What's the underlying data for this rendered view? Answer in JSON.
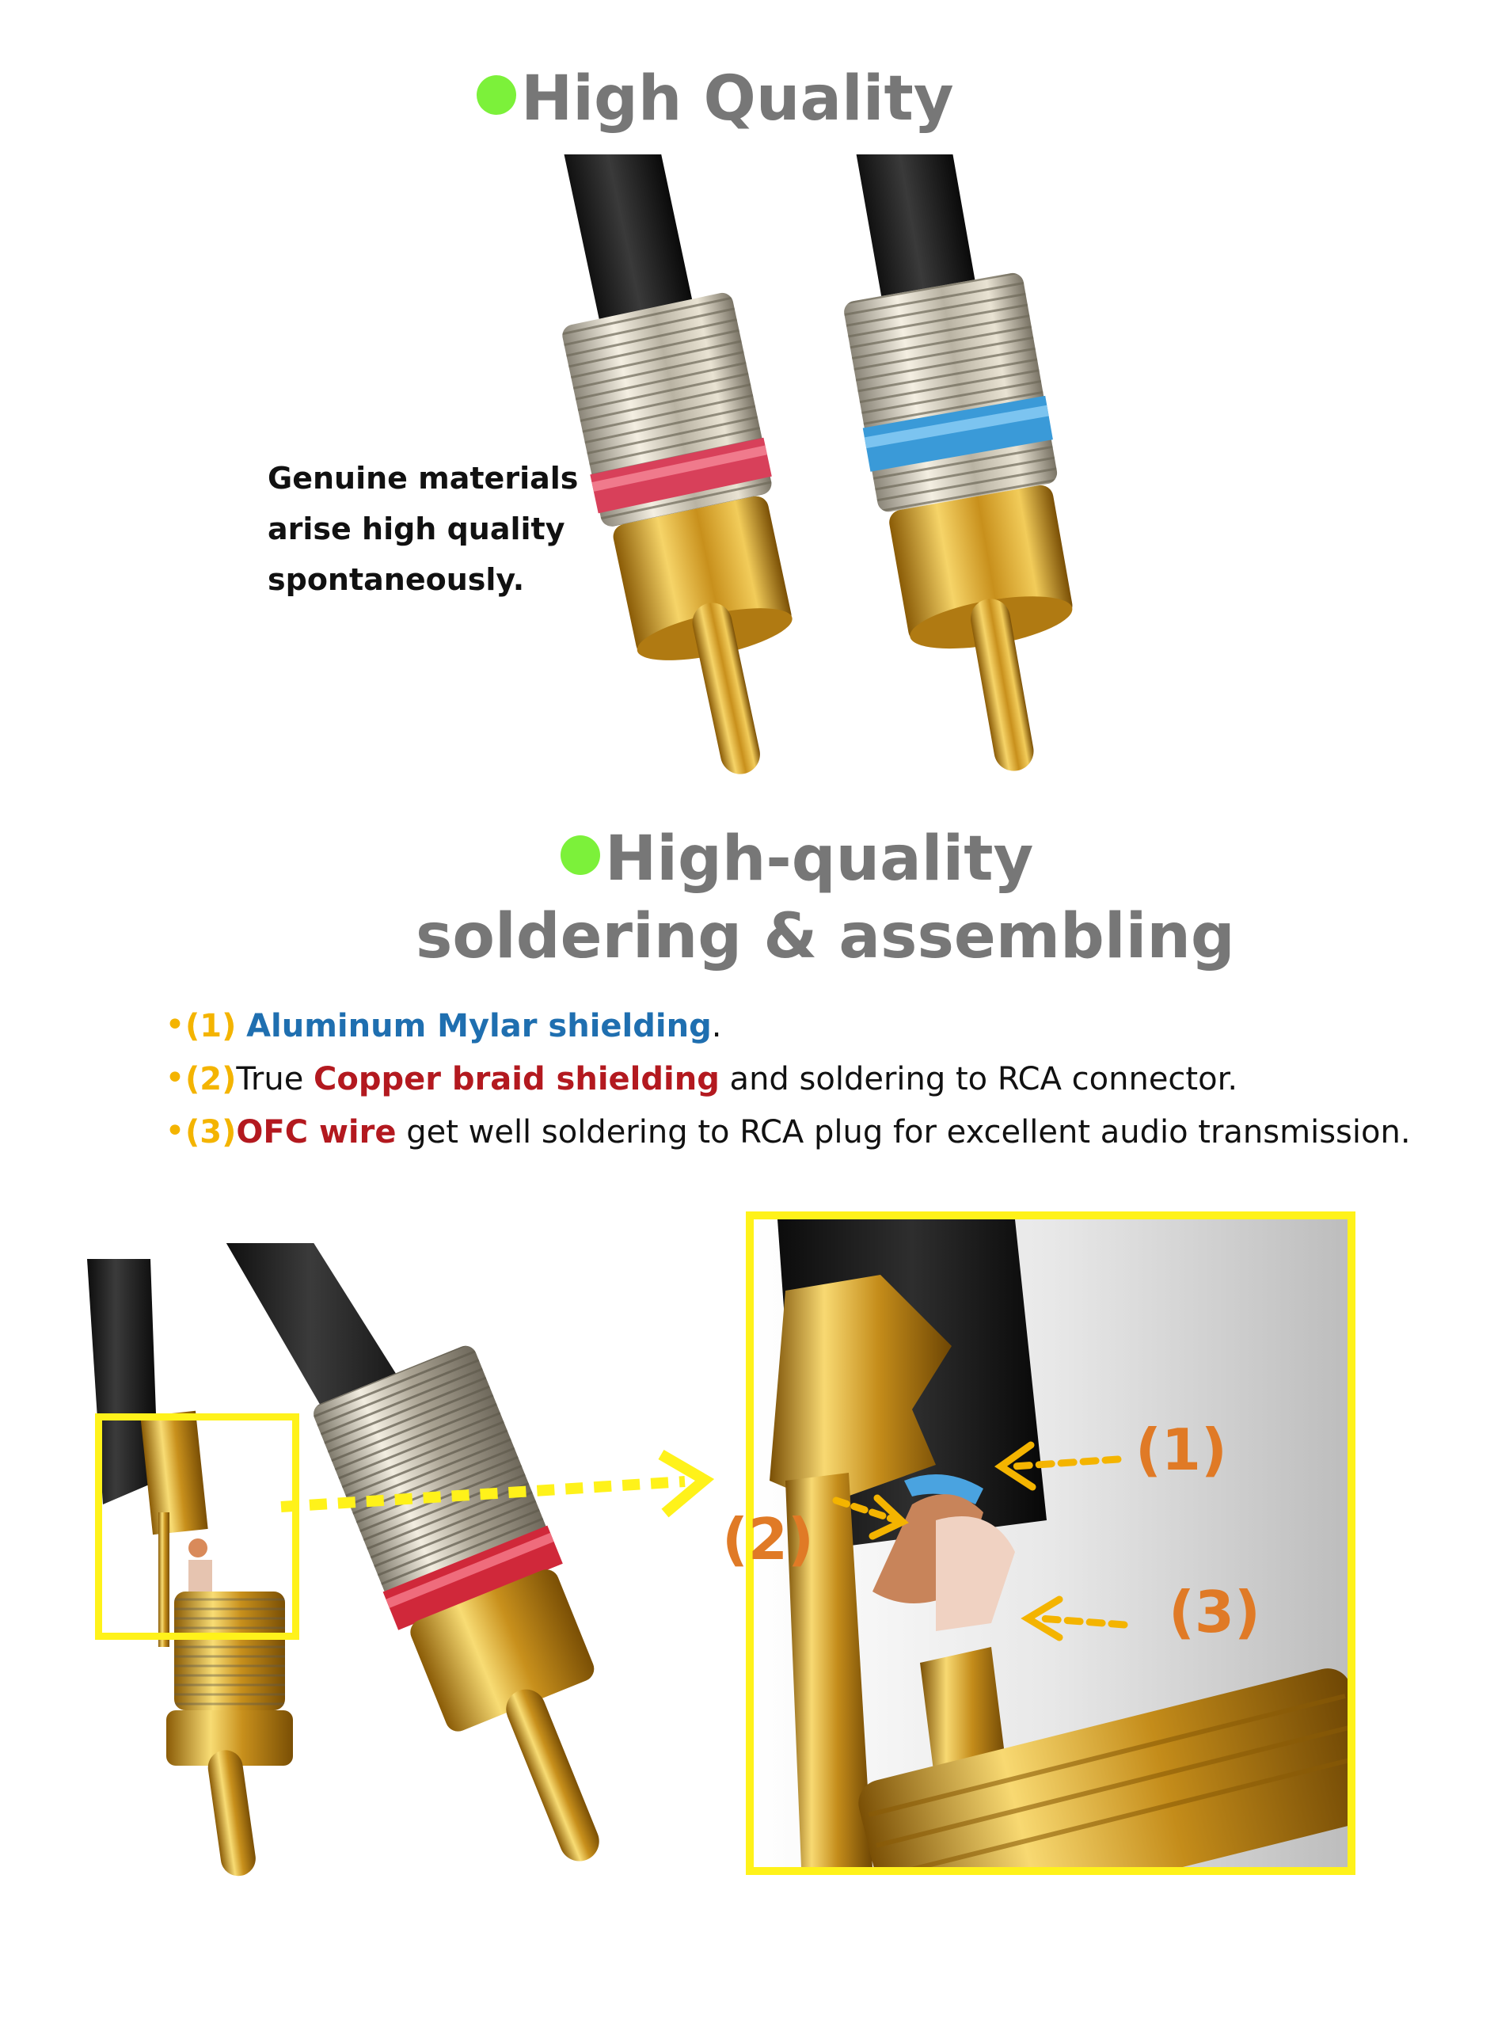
{
  "section1": {
    "heading": "High Quality",
    "tagline_lines": [
      "Genuine materials",
      "arise high quality",
      "spontaneously."
    ]
  },
  "section2": {
    "heading_line1": "High-quality",
    "heading_line2": "soldering & assembling",
    "bullets": [
      {
        "num": "(1)",
        "pre": "",
        "highlight": "Aluminum Mylar shielding",
        "post": "."
      },
      {
        "num": "(2)",
        "pre": "True ",
        "highlight": "Copper braid shielding",
        "post": " and soldering to RCA connector."
      },
      {
        "num": "(3)",
        "pre": "",
        "highlight": "OFC wire",
        "post": " get well soldering to RCA plug for excellent audio transmission."
      }
    ]
  },
  "callouts": {
    "one": "(1)",
    "two": "(2)",
    "three": "(3)"
  },
  "colors": {
    "heading_gray": "#777777",
    "green_dot": "#7cf13a",
    "bullet_orange": "#f4b400",
    "blue_highlight": "#1f6fb0",
    "red_highlight": "#b3191f",
    "callout_orange": "#e07a26",
    "frame_yellow": "#fff21a"
  }
}
